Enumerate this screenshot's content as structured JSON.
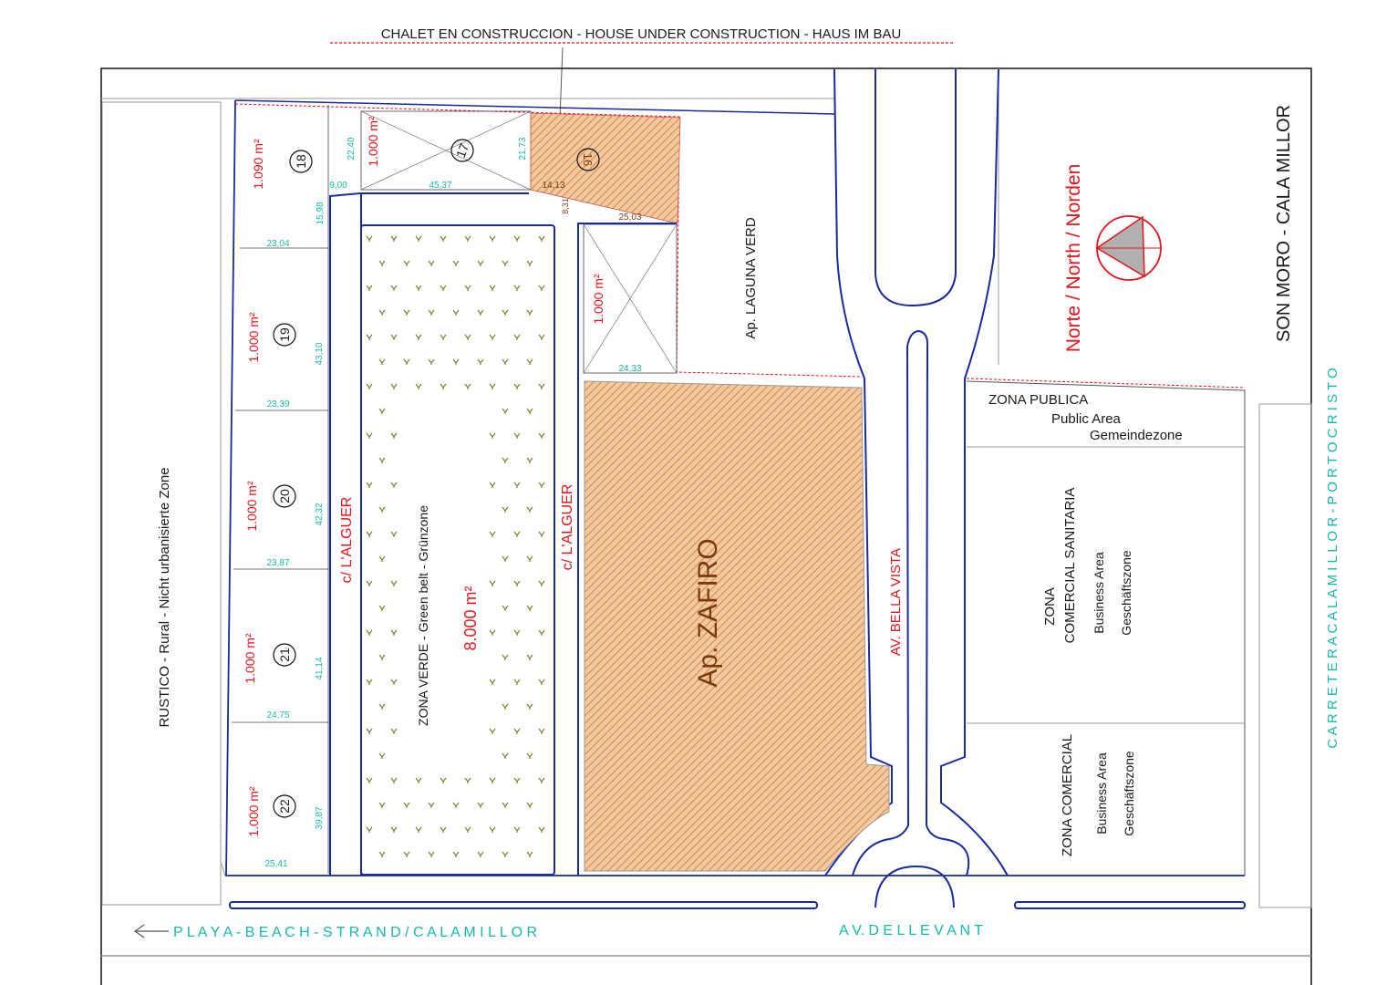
{
  "header": {
    "title": "CHALET  EN CONSTRUCCION - HOUSE  UNDER  CONSTRUCTION - HAUS  IM  BAU"
  },
  "north": {
    "label": "Norte / North / Norden"
  },
  "areas": {
    "son_moro": "SON MORO - CALA MILLOR",
    "carretera": "C A R R E T E R A    C A L A    M I L L O R    -    P O R T O    C R I S T O",
    "rustico": "RUSTICO - Rural - Nicht urbanisierte Zone",
    "playa": "P L A Y A - B E A C H - S T R A N D  /  C A L A    M I L L O R",
    "llevant": "A V.   D E     L L E V A N T",
    "bella_vista": "AV. BELLA VISTA",
    "alguer": "c/  L'ALGUER",
    "laguna": "Ap. LAGUNA VERD",
    "zafiro": "Ap. ZAFIRO",
    "zona_verde": "ZONA  VERDE - Green belt - Grünzone",
    "zona_verde_area": "8.000 m²",
    "zona_publica": [
      "ZONA PUBLICA",
      "Public Area",
      "Gemeindezone"
    ],
    "zona_sanitaria": [
      "ZONA",
      "COMERCIAL SANITARIA",
      "Business Area",
      "Geschäftszone"
    ],
    "zona_comercial": [
      "ZONA COMERCIAL",
      "Business Area",
      "Geschäftszone"
    ]
  },
  "plots": [
    {
      "num": "18",
      "area": "1.090 m²"
    },
    {
      "num": "17",
      "area": "1.000 m²"
    },
    {
      "num": "16"
    },
    {
      "num": "19",
      "area": "1.000 m²"
    },
    {
      "num": "20",
      "area": "1.000 m²"
    },
    {
      "num": "21",
      "area": "1.000 m²"
    },
    {
      "num": "22",
      "area": "1.000 m²"
    }
  ],
  "unnumbered_plot_area": "1.000 m²",
  "dims": [
    "22,40",
    "21,73",
    "9,00",
    "45,37",
    "14,13",
    "8,31",
    "25,03",
    "15,98",
    "23,04",
    "43,10",
    "23,39",
    "42,32",
    "23,87",
    "41,14",
    "24,75",
    "39,87",
    "25,41",
    "24,33"
  ],
  "colors": {
    "road": "#1a2a9c",
    "label_red": "#e3141b",
    "dimension": "#16b8a8",
    "hatch": "#e8a872",
    "plant": "#6a8a2a"
  }
}
